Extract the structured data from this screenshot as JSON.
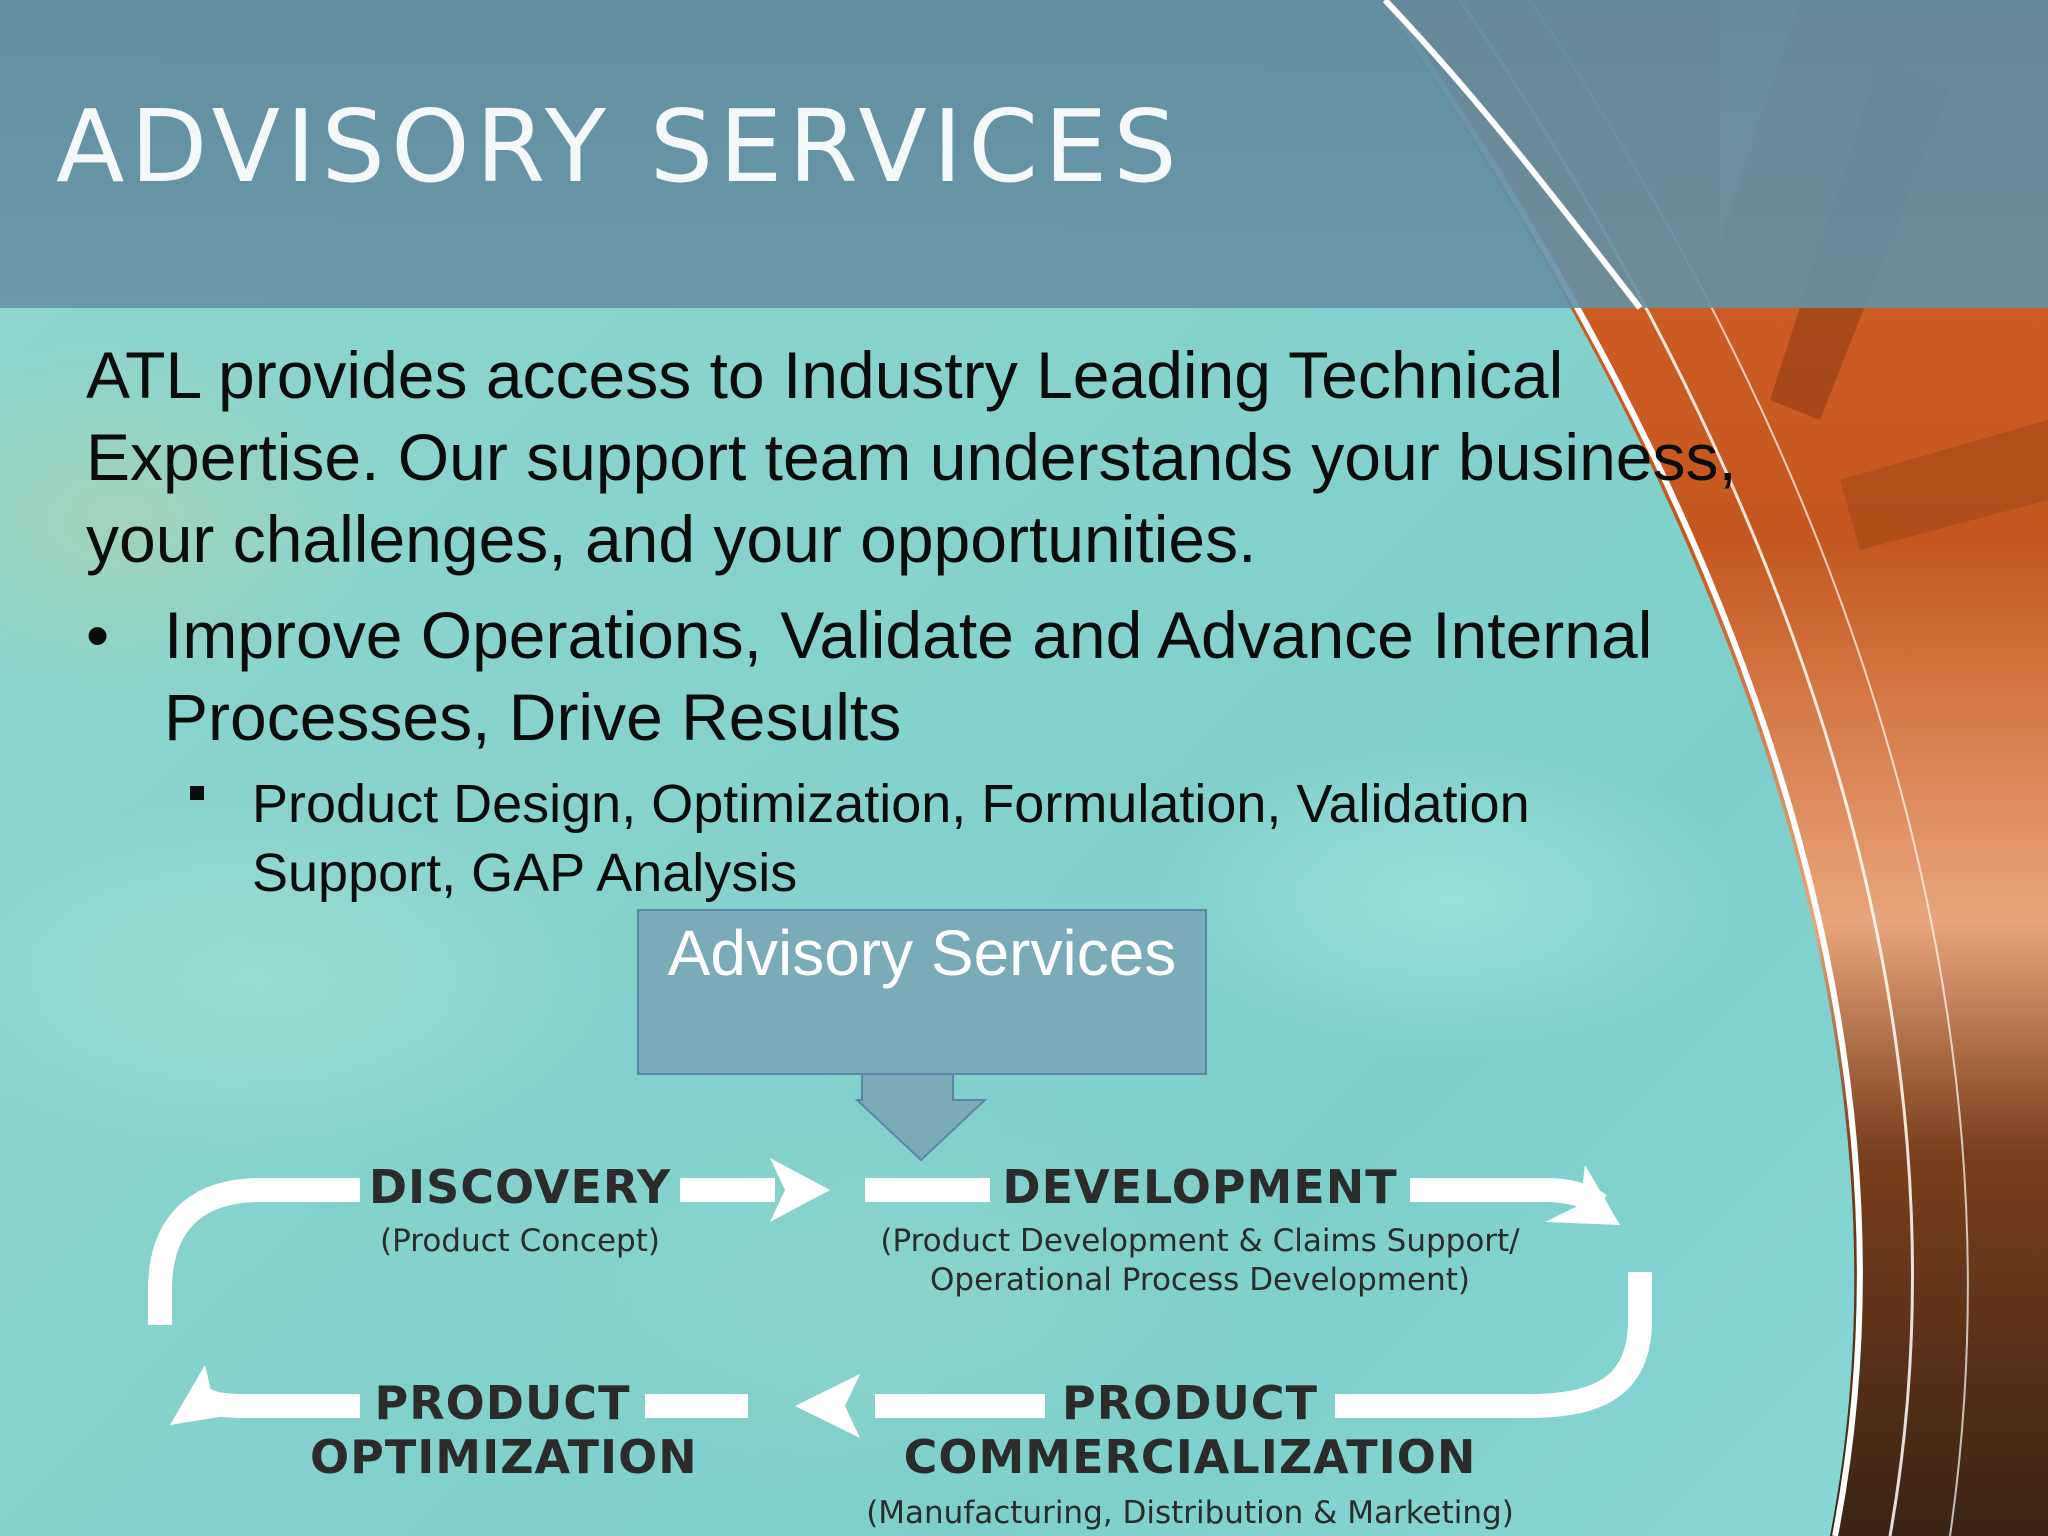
{
  "slide": {
    "title": "ADVISORY SERVICES",
    "intro": "ATL provides access to Industry Leading Technical Expertise. Our support team understands your business, your challenges, and your opportunities.",
    "bullet_marker": "•",
    "bullet": "Improve Operations, Validate and Advance Internal Processes, Drive Results",
    "sub_bullet": "Product Design, Optimization, Formulation, Validation Support, GAP Analysis"
  },
  "diagram": {
    "callout": "Advisory Services",
    "stages": {
      "discovery": {
        "title": "DISCOVERY",
        "subtitle": "(Product Concept)"
      },
      "development": {
        "title": "DEVELOPMENT",
        "subtitle_line1": "(Product Development & Claims Support/",
        "subtitle_line2": "Operational Process Development)"
      },
      "commercialization": {
        "title_line1": "PRODUCT",
        "title_line2": "COMMERCIALIZATION",
        "subtitle": "(Manufacturing, Distribution & Marketing)"
      },
      "optimization": {
        "title_line1": "PRODUCT",
        "title_line2": "OPTIMIZATION"
      }
    }
  },
  "colors": {
    "title_band": "#5f8ca0",
    "background": "#86d2cd",
    "callout_box": "#78a5b4",
    "accent_orange": "#c95a2a",
    "stage_text": "#2b2b2b"
  }
}
